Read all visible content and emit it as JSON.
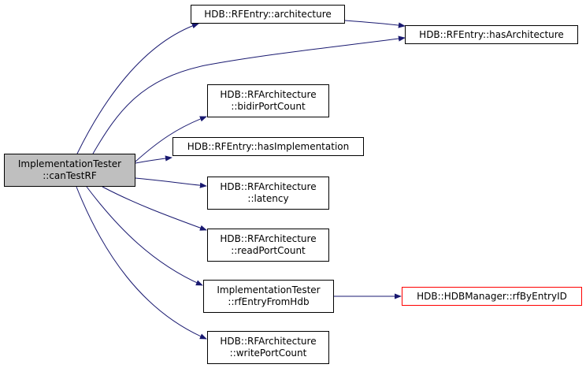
{
  "colors": {
    "edge": "#191970",
    "node_border": "#000000",
    "root_fill": "#bfbfbf",
    "highlight_border": "#ff0000"
  },
  "nodes": {
    "root": {
      "line1": "ImplementationTester",
      "line2": "::canTestRF"
    },
    "architecture": {
      "line1": "HDB::RFEntry::architecture"
    },
    "has_architecture": {
      "line1": "HDB::RFEntry::hasArchitecture"
    },
    "bidir_port_count": {
      "line1": "HDB::RFArchitecture",
      "line2": "::bidirPortCount"
    },
    "has_implementation": {
      "line1": "HDB::RFEntry::hasImplementation"
    },
    "latency": {
      "line1": "HDB::RFArchitecture",
      "line2": "::latency"
    },
    "read_port_count": {
      "line1": "HDB::RFArchitecture",
      "line2": "::readPortCount"
    },
    "rf_entry_from_hdb": {
      "line1": "ImplementationTester",
      "line2": "::rfEntryFromHdb"
    },
    "rf_by_entry_id": {
      "line1": "HDB::HDBManager::rfByEntryID"
    },
    "write_port_count": {
      "line1": "HDB::RFArchitecture",
      "line2": "::writePortCount"
    }
  },
  "edges": [
    {
      "from": "root",
      "to": "architecture"
    },
    {
      "from": "root",
      "to": "has_architecture"
    },
    {
      "from": "root",
      "to": "bidir_port_count"
    },
    {
      "from": "root",
      "to": "has_implementation"
    },
    {
      "from": "root",
      "to": "latency"
    },
    {
      "from": "root",
      "to": "read_port_count"
    },
    {
      "from": "root",
      "to": "rf_entry_from_hdb"
    },
    {
      "from": "root",
      "to": "write_port_count"
    },
    {
      "from": "architecture",
      "to": "has_architecture"
    },
    {
      "from": "rf_entry_from_hdb",
      "to": "rf_by_entry_id"
    }
  ]
}
